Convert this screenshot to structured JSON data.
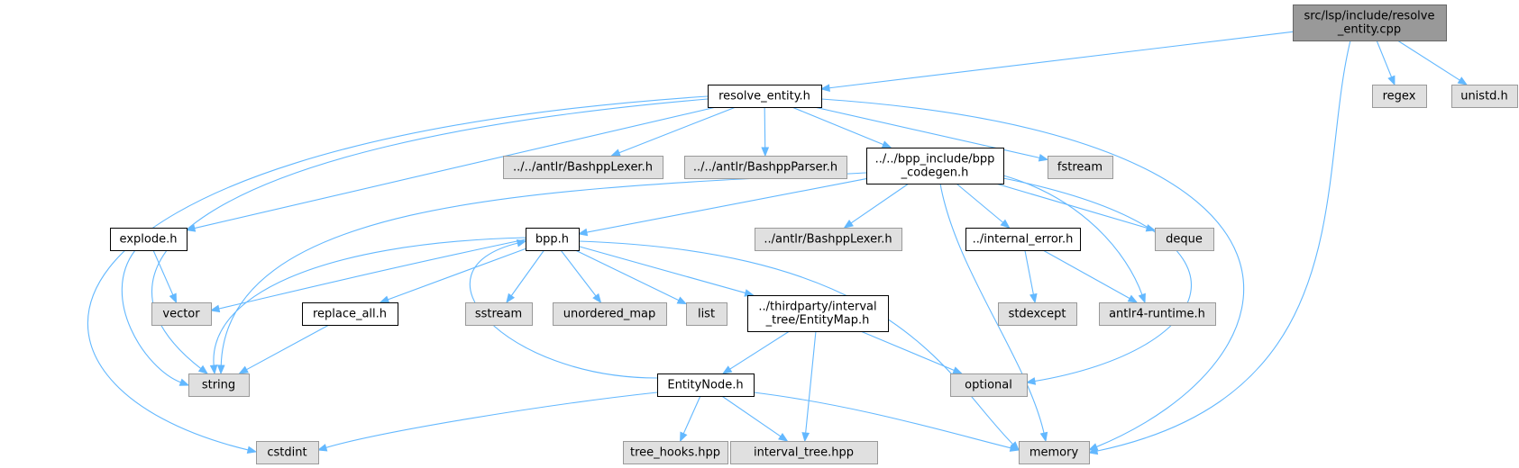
{
  "diagram": {
    "kind": "include-dependency-graph",
    "colors": {
      "root_fill": "#999999",
      "root_stroke": "#666666",
      "header_fill": "#ffffff",
      "header_stroke": "#000000",
      "system_fill": "#e0e0e0",
      "system_stroke": "#999999",
      "edge": "#63b8ff",
      "text": "#000000"
    },
    "nodes": [
      {
        "id": "root",
        "type": "root",
        "lines": [
          "src/lsp/include/resolve",
          "_entity.cpp"
        ]
      },
      {
        "id": "resolve_entity",
        "type": "header",
        "lines": [
          "resolve_entity.h"
        ]
      },
      {
        "id": "regex",
        "type": "system",
        "lines": [
          "regex"
        ]
      },
      {
        "id": "unistd",
        "type": "system",
        "lines": [
          "unistd.h"
        ]
      },
      {
        "id": "lexer_rel",
        "type": "system",
        "lines": [
          "../../antlr/BashppLexer.h"
        ]
      },
      {
        "id": "parser_rel",
        "type": "system",
        "lines": [
          "../../antlr/BashppParser.h"
        ]
      },
      {
        "id": "codegen",
        "type": "header",
        "lines": [
          "../../bpp_include/bpp",
          "_codegen.h"
        ]
      },
      {
        "id": "fstream",
        "type": "system",
        "lines": [
          "fstream"
        ]
      },
      {
        "id": "explode",
        "type": "header",
        "lines": [
          "explode.h"
        ]
      },
      {
        "id": "bpp",
        "type": "header",
        "lines": [
          "bpp.h"
        ]
      },
      {
        "id": "lexer2",
        "type": "system",
        "lines": [
          "../antlr/BashppLexer.h"
        ]
      },
      {
        "id": "internal_error",
        "type": "header",
        "lines": [
          "../internal_error.h"
        ]
      },
      {
        "id": "deque",
        "type": "system",
        "lines": [
          "deque"
        ]
      },
      {
        "id": "vector",
        "type": "system",
        "lines": [
          "vector"
        ]
      },
      {
        "id": "replace_all",
        "type": "header",
        "lines": [
          "replace_all.h"
        ]
      },
      {
        "id": "sstream",
        "type": "system",
        "lines": [
          "sstream"
        ]
      },
      {
        "id": "unordered_map",
        "type": "system",
        "lines": [
          "unordered_map"
        ]
      },
      {
        "id": "list",
        "type": "system",
        "lines": [
          "list"
        ]
      },
      {
        "id": "entitymap",
        "type": "header",
        "lines": [
          "../thirdparty/interval",
          "_tree/EntityMap.h"
        ]
      },
      {
        "id": "stdexcept",
        "type": "system",
        "lines": [
          "stdexcept"
        ]
      },
      {
        "id": "antlr4",
        "type": "system",
        "lines": [
          "antlr4-runtime.h"
        ]
      },
      {
        "id": "string",
        "type": "system",
        "lines": [
          "string"
        ]
      },
      {
        "id": "entitynode",
        "type": "header",
        "lines": [
          "EntityNode.h"
        ]
      },
      {
        "id": "optional",
        "type": "system",
        "lines": [
          "optional"
        ]
      },
      {
        "id": "cstdint",
        "type": "system",
        "lines": [
          "cstdint"
        ]
      },
      {
        "id": "tree_hooks",
        "type": "system",
        "lines": [
          "tree_hooks.hpp"
        ]
      },
      {
        "id": "interval_tree",
        "type": "system",
        "lines": [
          "interval_tree.hpp"
        ]
      },
      {
        "id": "memory",
        "type": "system",
        "lines": [
          "memory"
        ]
      }
    ],
    "edges": [
      {
        "from": "root",
        "to": "resolve_entity"
      },
      {
        "from": "root",
        "to": "regex"
      },
      {
        "from": "root",
        "to": "unistd"
      },
      {
        "from": "root",
        "to": "memory"
      },
      {
        "from": "resolve_entity",
        "to": "lexer_rel"
      },
      {
        "from": "resolve_entity",
        "to": "parser_rel"
      },
      {
        "from": "resolve_entity",
        "to": "codegen"
      },
      {
        "from": "resolve_entity",
        "to": "fstream"
      },
      {
        "from": "resolve_entity",
        "to": "explode"
      },
      {
        "from": "resolve_entity",
        "to": "string"
      },
      {
        "from": "resolve_entity",
        "to": "cstdint"
      },
      {
        "from": "resolve_entity",
        "to": "memory"
      },
      {
        "from": "codegen",
        "to": "bpp"
      },
      {
        "from": "codegen",
        "to": "lexer2"
      },
      {
        "from": "codegen",
        "to": "internal_error"
      },
      {
        "from": "codegen",
        "to": "deque"
      },
      {
        "from": "codegen",
        "to": "antlr4"
      },
      {
        "from": "codegen",
        "to": "memory"
      },
      {
        "from": "codegen",
        "to": "optional"
      },
      {
        "from": "codegen",
        "to": "string"
      },
      {
        "from": "explode",
        "to": "vector"
      },
      {
        "from": "explode",
        "to": "string"
      },
      {
        "from": "internal_error",
        "to": "stdexcept"
      },
      {
        "from": "internal_error",
        "to": "antlr4"
      },
      {
        "from": "bpp",
        "to": "vector"
      },
      {
        "from": "bpp",
        "to": "replace_all"
      },
      {
        "from": "bpp",
        "to": "sstream"
      },
      {
        "from": "bpp",
        "to": "unordered_map"
      },
      {
        "from": "bpp",
        "to": "list"
      },
      {
        "from": "bpp",
        "to": "entitymap"
      },
      {
        "from": "bpp",
        "to": "memory"
      },
      {
        "from": "bpp",
        "to": "string"
      },
      {
        "from": "replace_all",
        "to": "string"
      },
      {
        "from": "entitymap",
        "to": "entitynode"
      },
      {
        "from": "entitymap",
        "to": "interval_tree"
      },
      {
        "from": "entitymap",
        "to": "optional"
      },
      {
        "from": "entitynode",
        "to": "bpp"
      },
      {
        "from": "entitynode",
        "to": "cstdint"
      },
      {
        "from": "entitynode",
        "to": "tree_hooks"
      },
      {
        "from": "entitynode",
        "to": "interval_tree"
      },
      {
        "from": "entitynode",
        "to": "memory"
      }
    ]
  }
}
